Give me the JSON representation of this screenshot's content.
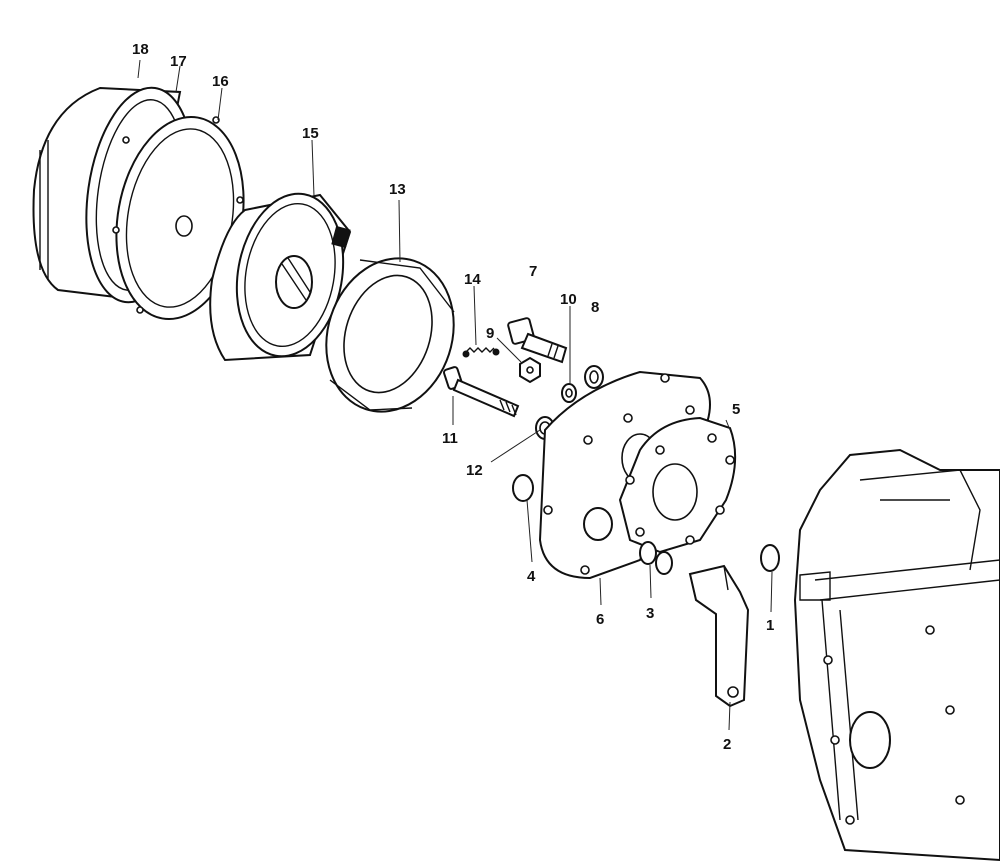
{
  "colors": {
    "ink": "#111111",
    "paper": "#ffffff"
  },
  "callouts": {
    "c1": "1",
    "c2": "2",
    "c3": "3",
    "c4": "4",
    "c5": "5",
    "c6": "6",
    "c7": "7",
    "c8": "8",
    "c9": "9",
    "c10": "10",
    "c11": "11",
    "c12": "12",
    "c13": "13",
    "c14": "14",
    "c15": "15",
    "c16": "16",
    "c17": "17",
    "c18": "18"
  }
}
